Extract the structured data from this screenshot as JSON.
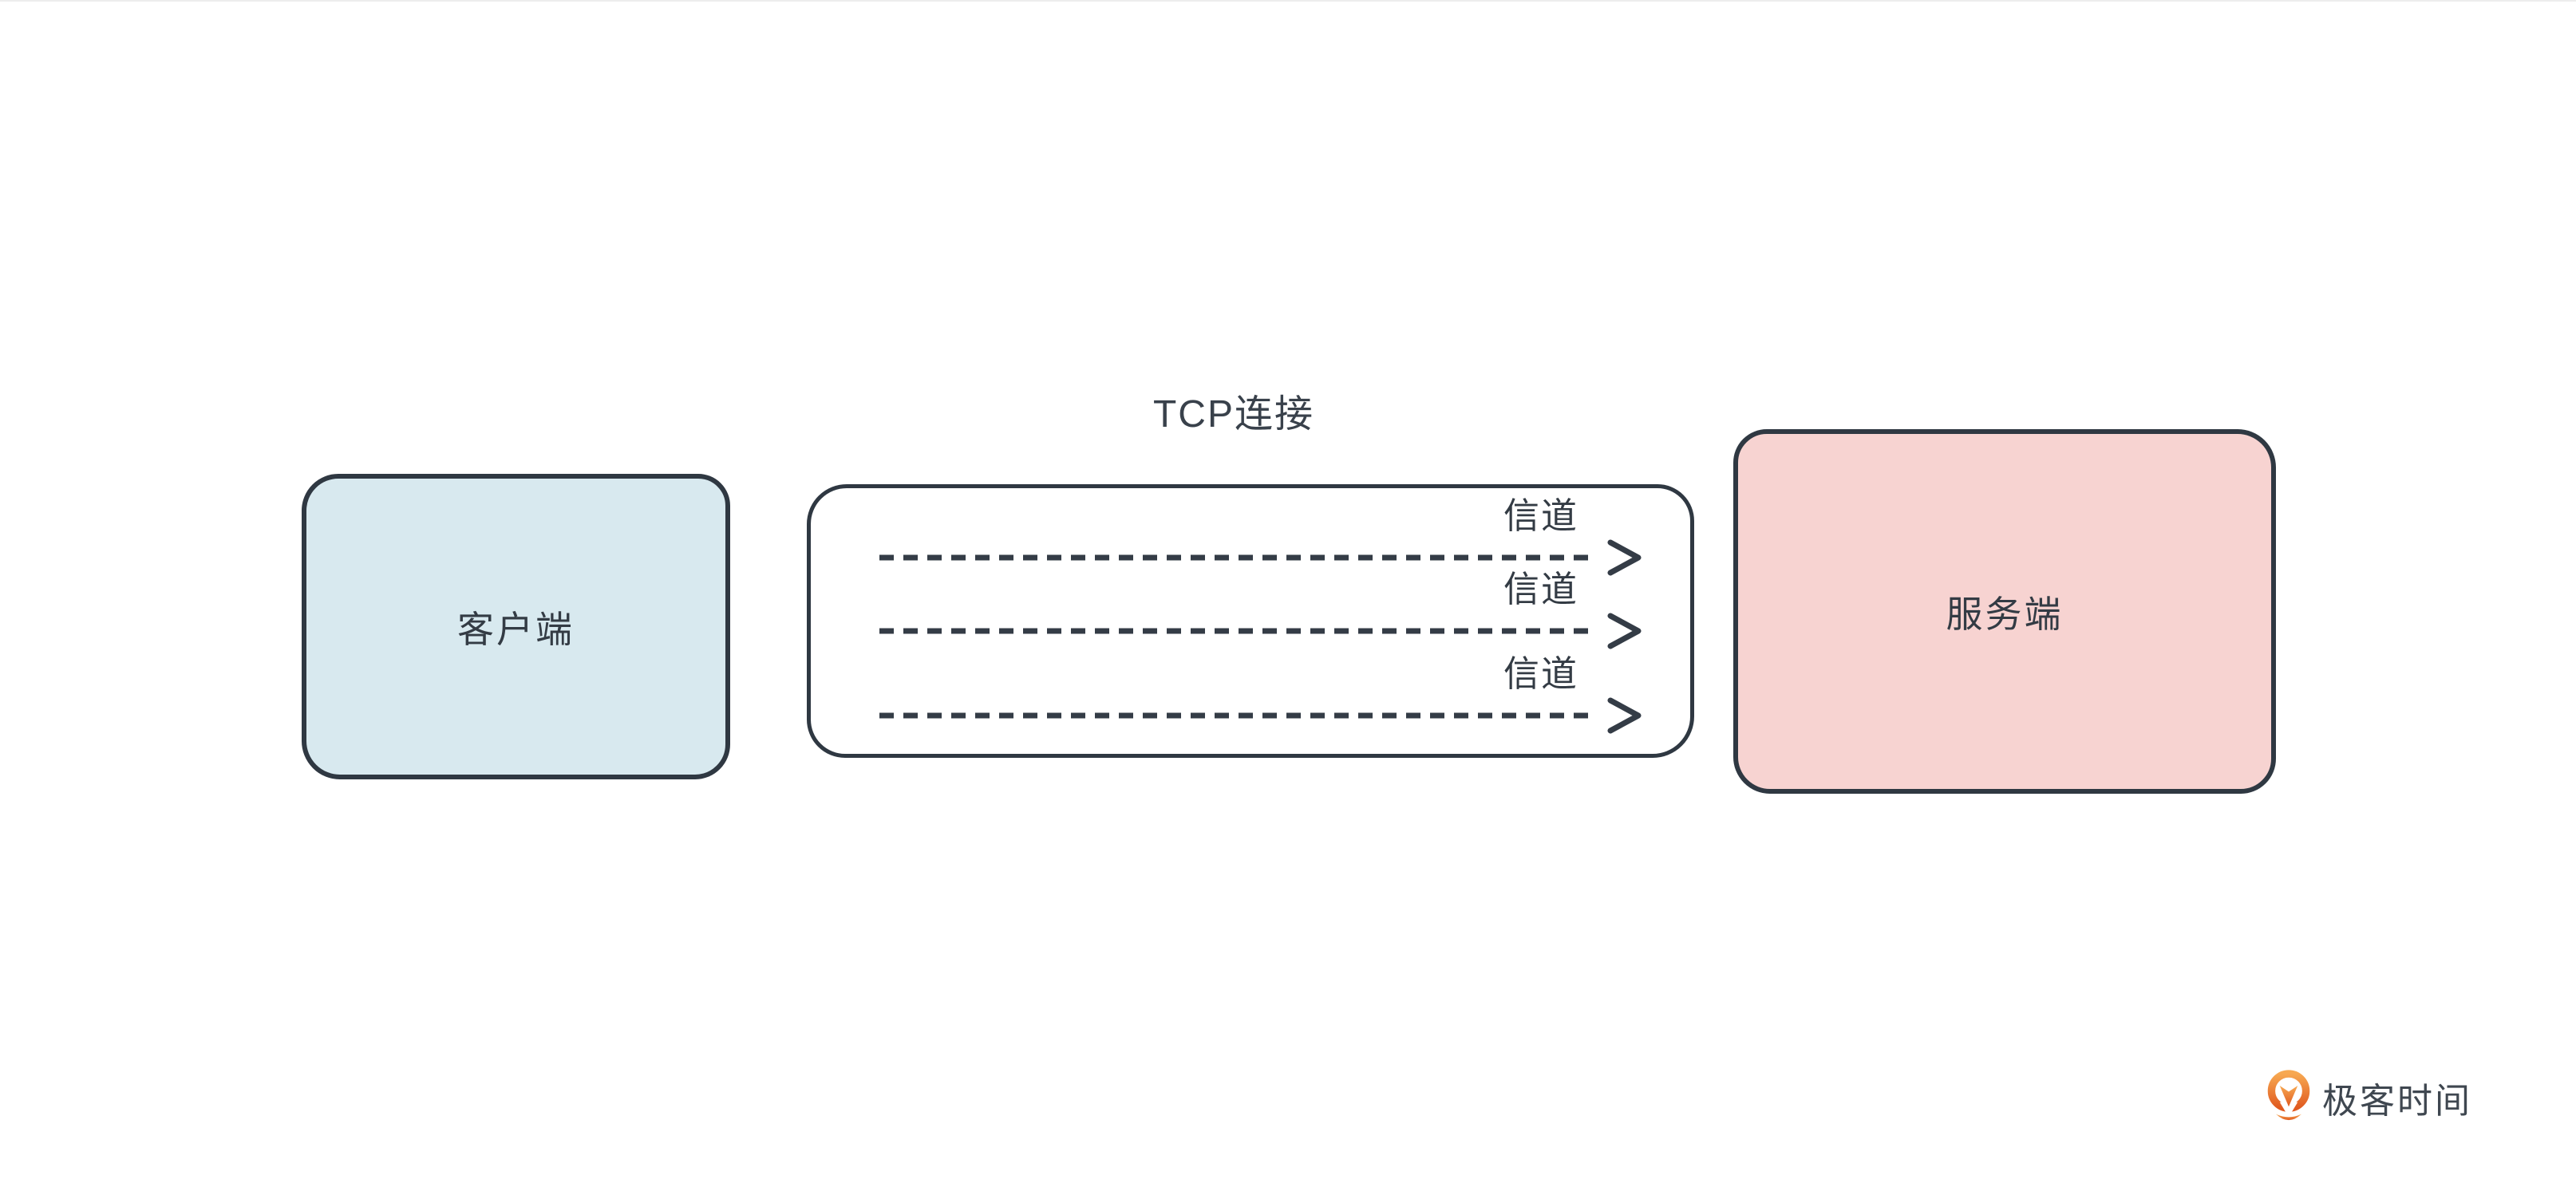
{
  "title": "TCP连接",
  "client_box": {
    "label": "客户端"
  },
  "tcp_box": {
    "channels": [
      {
        "label": "信道"
      },
      {
        "label": "信道"
      },
      {
        "label": "信道"
      }
    ]
  },
  "server_box": {
    "label": "服务端"
  },
  "logo": {
    "text": "极客时间",
    "icon": "geektime-q-pin-icon"
  },
  "colors": {
    "background": "#ffffff",
    "client_fill": "#d8e9ef",
    "server_fill": "#f7d3d1",
    "stroke": "#2f3842",
    "text": "#333b44",
    "logo_orange_light": "#f7a851",
    "logo_orange_dark": "#e05a20"
  }
}
